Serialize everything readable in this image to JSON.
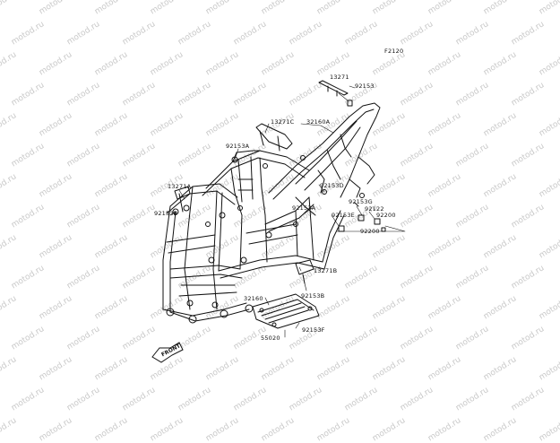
{
  "diagram_code": "F2120",
  "watermark": "motod.ru",
  "front_label": "FRONT",
  "labels": {
    "p13271": "13271",
    "p92153": "92153",
    "p32160A": "32160A",
    "p13271C": "13271C",
    "p92153A_top": "92153A",
    "p13271A": "13271A",
    "p92153B_left": "92153B",
    "p92153D": "92153D",
    "p92153G": "92153G",
    "p92122": "92122",
    "p92153E": "92153E",
    "p92200_a": "92200",
    "p92153A_mid": "92153A",
    "p92200_b": "92200",
    "p13271B": "13271B",
    "p32160": "32160",
    "p92153B_low": "92153B",
    "p92153F": "92153F",
    "p55020": "55020"
  }
}
